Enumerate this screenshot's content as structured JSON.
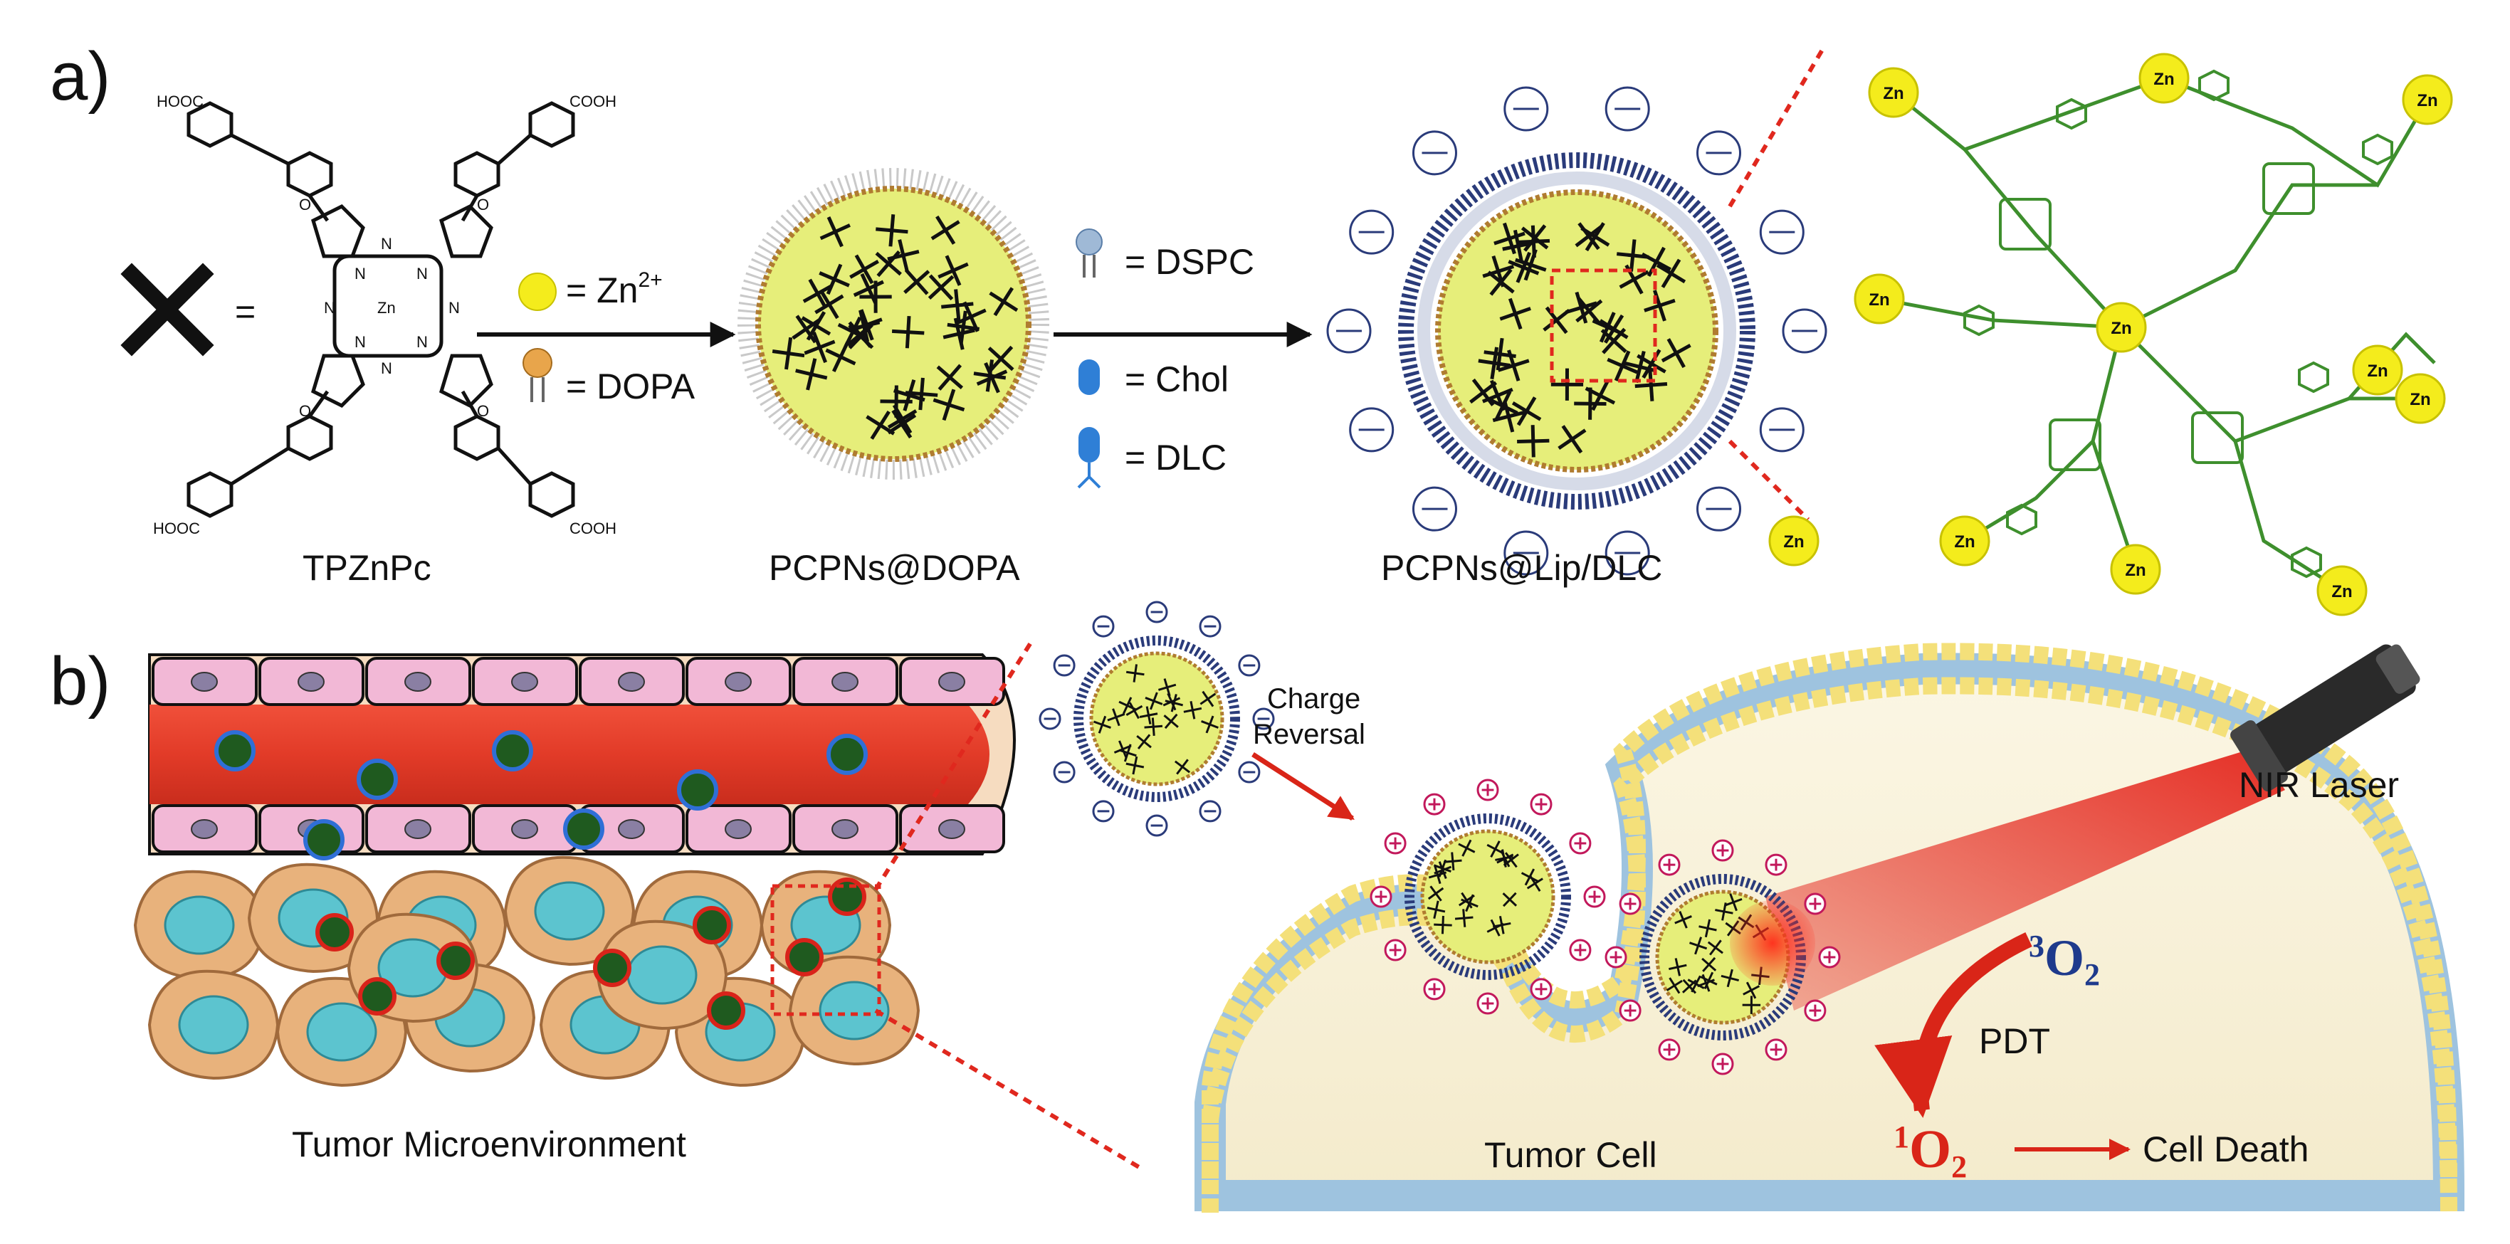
{
  "panels": {
    "a": {
      "label": "a)",
      "x_symbol": "X",
      "equals": "=",
      "molecule": {
        "name": "TPZnPc",
        "groups": [
          "HOOC",
          "COOH",
          "HOOC",
          "COOH"
        ],
        "center": "Zn",
        "atoms": [
          "N",
          "N",
          "N",
          "N",
          "N",
          "N",
          "N",
          "N",
          "O",
          "O",
          "O",
          "O"
        ]
      },
      "legend1": {
        "zn_label": "= Zn",
        "zn_sup": "2+",
        "dopa_label": "= DOPA"
      },
      "legend2": {
        "dspc": "= DSPC",
        "chol": "= Chol",
        "dlc": "= DLC"
      },
      "particle1_label": "PCPNs@DOPA",
      "particle2_label": "PCPNs@Lip/DLC",
      "framework_nodes": [
        "Zn",
        "Zn",
        "Zn",
        "Zn",
        "Zn",
        "Zn",
        "Zn",
        "Zn",
        "Zn",
        "Zn",
        "Zn"
      ]
    },
    "b": {
      "label": "b)",
      "tumor_microenvironment": "Tumor Microenvironment",
      "charge_reversal_line1": "Charge",
      "charge_reversal_line2": "Reversal",
      "nir_laser": "NIR Laser",
      "tumor_cell": "Tumor Cell",
      "triplet_oxygen": "O",
      "triplet_sup": "3",
      "triplet_sub": "2",
      "singlet_oxygen": "O",
      "singlet_sup": "1",
      "singlet_sub": "2",
      "pdt": "PDT",
      "cell_death": "Cell Death"
    }
  },
  "colors": {
    "core_yellow": "#e6ee7a",
    "zn_yellow": "#f4ec1c",
    "framework_green": "#3e8f2d",
    "vessel_red": "#e83b2a",
    "endothelium_pink": "#f2b8d6",
    "cell_orange": "#e8b27c",
    "nucleus_cyan": "#5cc4cf",
    "laser_red": "#e4241b",
    "membrane_blue": "#9ec3df",
    "arrow_red": "#d92518",
    "oxygen_blue": "#1e3a8c"
  }
}
